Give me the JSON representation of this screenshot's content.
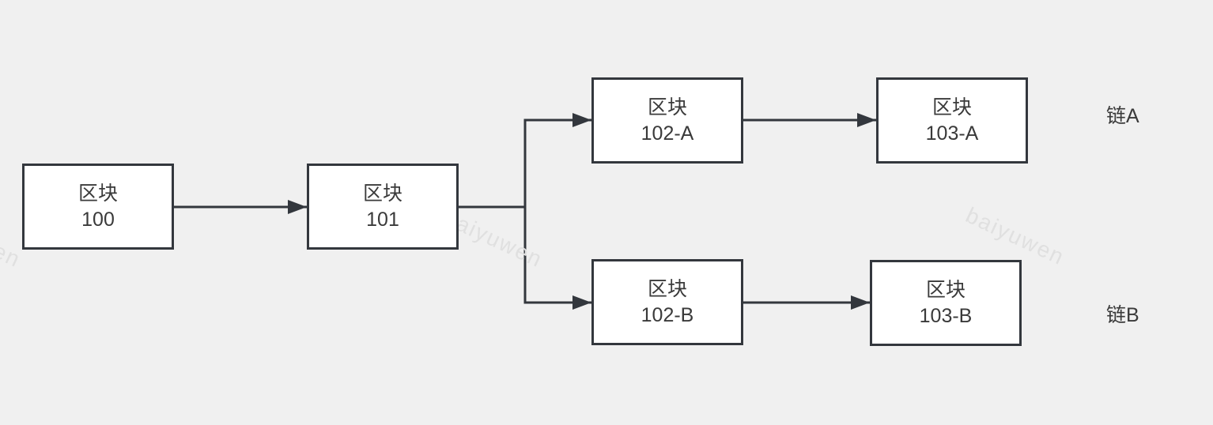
{
  "diagram": {
    "nodes": {
      "block100": {
        "line1": "区块",
        "line2": "100"
      },
      "block101": {
        "line1": "区块",
        "line2": "101"
      },
      "block102a": {
        "line1": "区块",
        "line2": "102-A"
      },
      "block103a": {
        "line1": "区块",
        "line2": "103-A"
      },
      "block102b": {
        "line1": "区块",
        "line2": "102-B"
      },
      "block103b": {
        "line1": "区块",
        "line2": "103-B"
      }
    },
    "labels": {
      "chain_a": "链A",
      "chain_b": "链B"
    },
    "watermark": "baiyuwen"
  },
  "colors": {
    "background": "#f0f0f0",
    "node_fill": "#ffffff",
    "stroke": "#33373d",
    "text": "#3a3a3a",
    "watermark": "#e0e0e0"
  }
}
